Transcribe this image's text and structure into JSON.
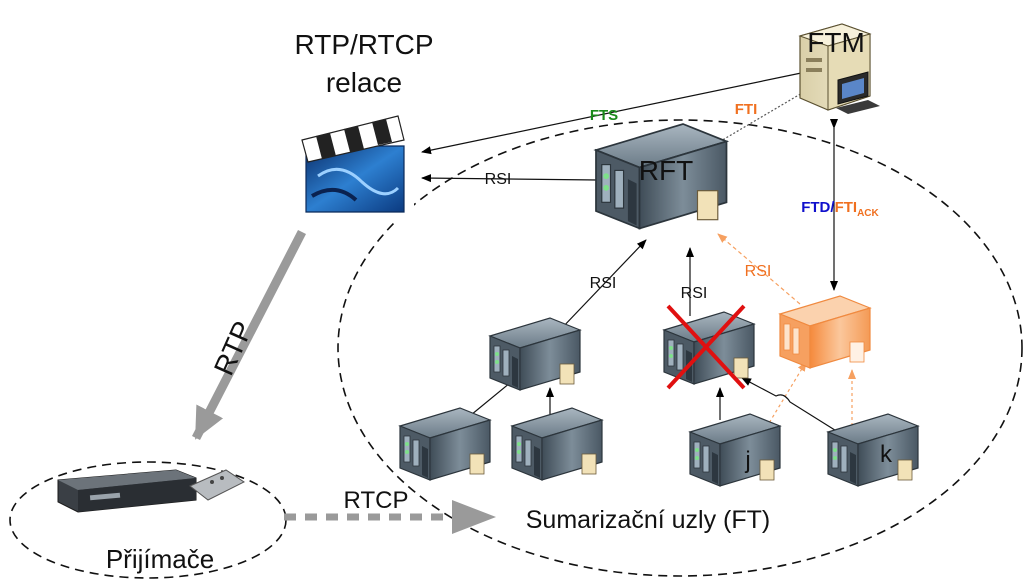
{
  "colors": {
    "fts_green": "#1a8a1a",
    "fti_orange": "#f07020",
    "ftd_blue": "#1010cc",
    "failure_red": "#e01010",
    "server_body": "#5f6f7c",
    "server_orange": "#f6a060",
    "rtp_gray": "#9a9a9a"
  },
  "labels": {
    "session_title_line1": "RTP/RTCP",
    "session_title_line2": "relace",
    "ftm": "FTM",
    "rft": "RFT",
    "receivers": "Přijímače",
    "summarization_nodes": "Sumarizační uzly (FT)",
    "rtp": "RTP",
    "rtcp": "RTCP",
    "rsi": "RSI",
    "fts": "FTS",
    "fti": "FTI",
    "ftd": "FTD",
    "slash": "/",
    "fti_ack_base": "FTI",
    "fti_ack_sub": "ACK",
    "node_j": "j",
    "node_k": "k"
  },
  "icons": {
    "session": "film-clapper-icon",
    "ftm": "workstation-computer-icon",
    "receiver": "set-top-box-icon",
    "server": "server-tower-icon",
    "failure": "red-x-icon"
  }
}
